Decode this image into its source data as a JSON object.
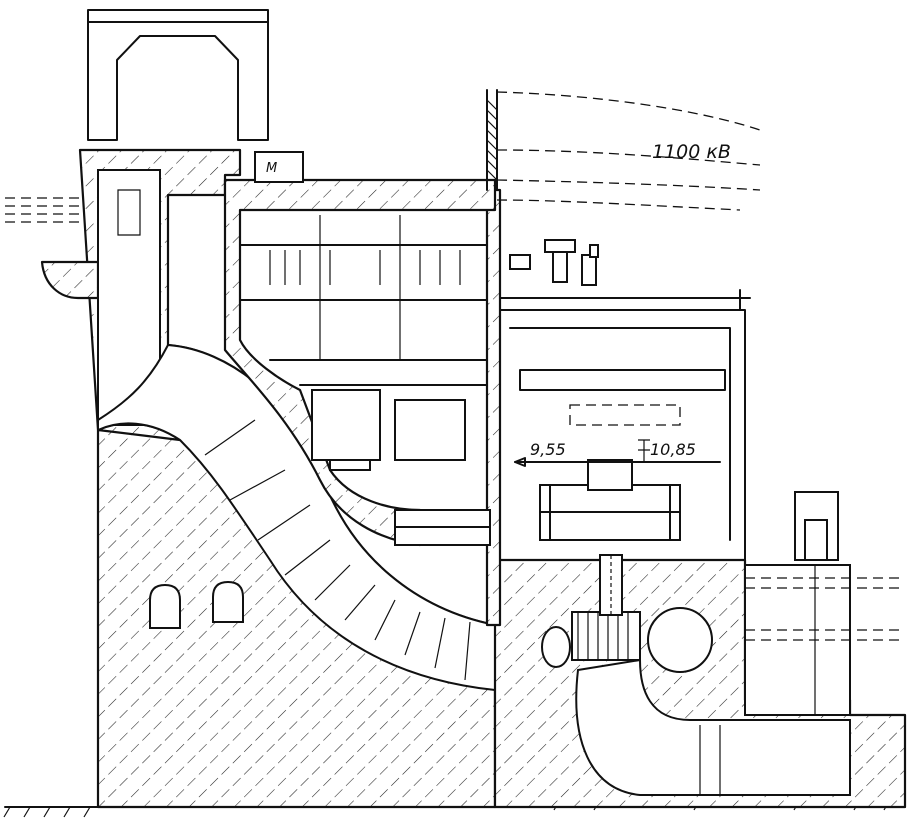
{
  "labels": {
    "voltage": "1100 кВ",
    "dim_left": "9,55",
    "dim_right": "10,85",
    "motor_mark": "М"
  }
}
